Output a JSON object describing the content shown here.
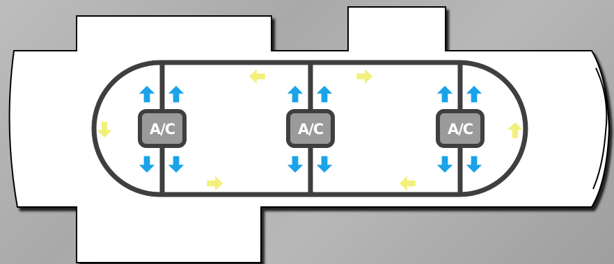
{
  "diagram": {
    "units": [
      {
        "label": "A/C"
      },
      {
        "label": "A/C"
      },
      {
        "label": "A/C"
      }
    ],
    "colors": {
      "cool_air_arrow": "#1aa3e8",
      "circulation_arrow": "#f2f07a",
      "track": "#3f3f3f",
      "unit_fill": "#9a9a9a",
      "building": "#ffffff"
    }
  }
}
